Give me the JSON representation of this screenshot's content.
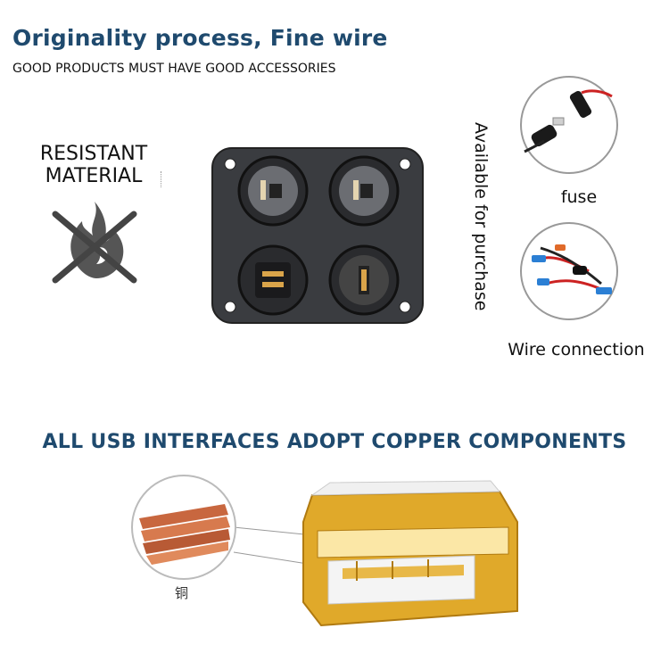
{
  "header": {
    "title": "Originality process, Fine wire",
    "subtitle": "GOOD PRODUCTS MUST HAVE GOOD ACCESSORIES"
  },
  "resistant": {
    "line1": "RESISTANT",
    "line2": "MATERIAL",
    "icon": "no-fire-icon"
  },
  "product": {
    "image": "four-port-usb-panel",
    "side_text": "Available for purchase"
  },
  "accessories": [
    {
      "label": "fuse",
      "image": "fuse-holder"
    },
    {
      "label": "Wire connection",
      "image": "wire-connectors"
    }
  ],
  "copper": {
    "title": "ALL USB INTERFACES ADOPT COPPER COMPONENTS",
    "callout": "铜"
  },
  "colors": {
    "headline_blue": "#1f4a6e",
    "panel_dark": "#3a3c40",
    "copper": "#c8673f",
    "brass": "#e0a92a"
  }
}
